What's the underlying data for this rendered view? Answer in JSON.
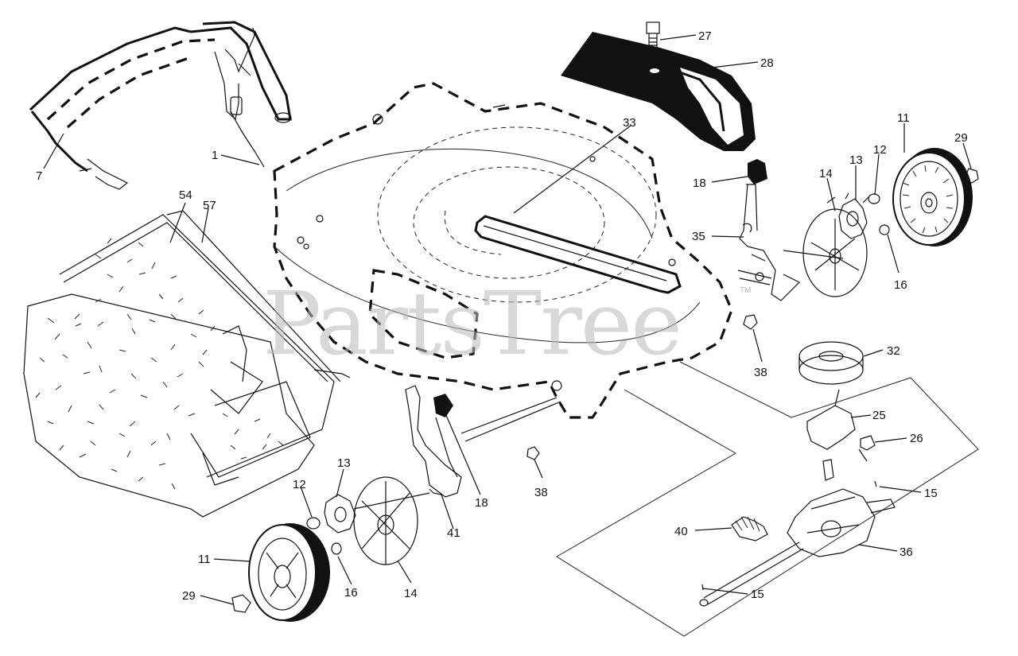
{
  "watermark": {
    "text": "PartsTree",
    "trademark": "TM"
  },
  "callouts": [
    {
      "id": "c-1",
      "number": "1"
    },
    {
      "id": "c-7",
      "number": "7"
    },
    {
      "id": "c-54",
      "number": "54"
    },
    {
      "id": "c-57",
      "number": "57"
    },
    {
      "id": "c-27",
      "number": "27"
    },
    {
      "id": "c-28",
      "number": "28"
    },
    {
      "id": "c-33",
      "number": "33"
    },
    {
      "id": "c-11a",
      "number": "11"
    },
    {
      "id": "c-29a",
      "number": "29"
    },
    {
      "id": "c-12a",
      "number": "12"
    },
    {
      "id": "c-13a",
      "number": "13"
    },
    {
      "id": "c-14a",
      "number": "14"
    },
    {
      "id": "c-18a",
      "number": "18"
    },
    {
      "id": "c-35",
      "number": "35"
    },
    {
      "id": "c-16a",
      "number": "16"
    },
    {
      "id": "c-38a",
      "number": "38"
    },
    {
      "id": "c-32",
      "number": "32"
    },
    {
      "id": "c-25",
      "number": "25"
    },
    {
      "id": "c-26",
      "number": "26"
    },
    {
      "id": "c-15a",
      "number": "15"
    },
    {
      "id": "c-36",
      "number": "36"
    },
    {
      "id": "c-40",
      "number": "40"
    },
    {
      "id": "c-15b",
      "number": "15"
    },
    {
      "id": "c-38b",
      "number": "38"
    },
    {
      "id": "c-18b",
      "number": "18"
    },
    {
      "id": "c-41",
      "number": "41"
    },
    {
      "id": "c-13b",
      "number": "13"
    },
    {
      "id": "c-12b",
      "number": "12"
    },
    {
      "id": "c-14b",
      "number": "14"
    },
    {
      "id": "c-16b",
      "number": "16"
    },
    {
      "id": "c-11b",
      "number": "11"
    },
    {
      "id": "c-29b",
      "number": "29"
    }
  ]
}
